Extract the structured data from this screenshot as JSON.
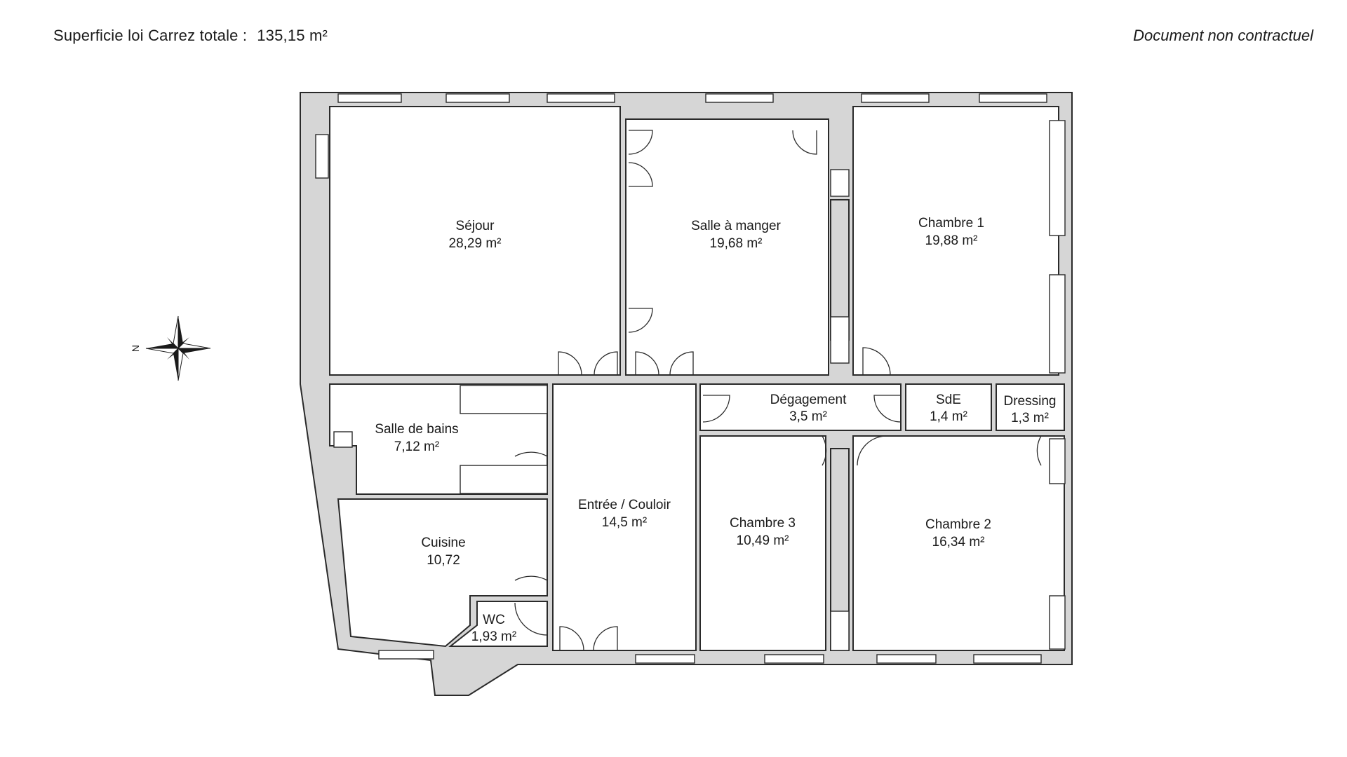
{
  "header": {
    "surface_label": "Superficie loi Carrez totale :",
    "surface_value": "135,15 m²",
    "disclaimer": "Document non contractuel"
  },
  "compass": {
    "label": "N",
    "icon": "compass-rose-icon"
  },
  "rooms": [
    {
      "id": "sejour",
      "name": "Séjour",
      "area": "28,29 m²"
    },
    {
      "id": "salle-a-manger",
      "name": "Salle à manger",
      "area": "19,68 m²"
    },
    {
      "id": "chambre-1",
      "name": "Chambre 1",
      "area": "19,88 m²"
    },
    {
      "id": "degagement",
      "name": "Dégagement",
      "area": "3,5 m²"
    },
    {
      "id": "sde",
      "name": "SdE",
      "area": "1,4 m²"
    },
    {
      "id": "dressing",
      "name": "Dressing",
      "area": "1,3 m²"
    },
    {
      "id": "salle-de-bains",
      "name": "Salle de bains",
      "area": "7,12 m²"
    },
    {
      "id": "entree-couloir",
      "name": "Entrée / Couloir",
      "area": "14,5 m²"
    },
    {
      "id": "chambre-3",
      "name": "Chambre 3",
      "area": "10,49 m²"
    },
    {
      "id": "chambre-2",
      "name": "Chambre 2",
      "area": "16,34 m²"
    },
    {
      "id": "cuisine",
      "name": "Cuisine",
      "area": "10,72"
    },
    {
      "id": "wc",
      "name": "WC",
      "area": "1,93 m²"
    }
  ]
}
